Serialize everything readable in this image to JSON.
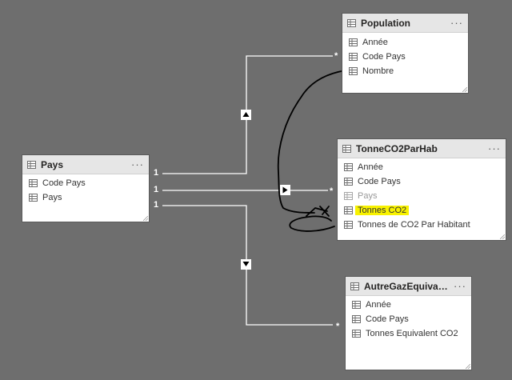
{
  "colors": {
    "canvas_bg": "#6e6e6e",
    "line": "#ffffff",
    "highlight": "#f8f200",
    "annotation": "#000000"
  },
  "tables": {
    "population": {
      "title": "Population",
      "fields": [
        "Année",
        "Code Pays",
        "Nombre"
      ]
    },
    "tonne": {
      "title": "TonneCO2ParHab",
      "fields": [
        "Année",
        "Code Pays",
        "Pays",
        "Tonnes CO2",
        "Tonnes de CO2 Par Habitant"
      ],
      "dimmed_field": "Pays",
      "highlighted_field": "Tonnes CO2"
    },
    "pays": {
      "title": "Pays",
      "fields": [
        "Code Pays",
        "Pays"
      ]
    },
    "autre": {
      "title": "AutreGazEquivalent...",
      "fields": [
        "Année",
        "Code Pays",
        "Tonnes Equivalent CO2"
      ]
    }
  },
  "relationships": [
    {
      "from": "Pays",
      "to": "Population",
      "from_cardinality": "1",
      "to_cardinality": "*",
      "direction": "up"
    },
    {
      "from": "Pays",
      "to": "TonneCO2ParHab",
      "from_cardinality": "1",
      "to_cardinality": "*",
      "direction": "right"
    },
    {
      "from": "Pays",
      "to": "AutreGazEquivalent...",
      "from_cardinality": "1",
      "to_cardinality": "*",
      "direction": "down"
    }
  ],
  "more_glyph": "···",
  "icons": {
    "table": "table-icon",
    "more": "more-options-icon",
    "resize": "resize-grip-icon",
    "arrow_up": "filter-arrow-up-icon",
    "arrow_right": "filter-arrow-right-icon",
    "arrow_down": "filter-arrow-down-icon"
  }
}
